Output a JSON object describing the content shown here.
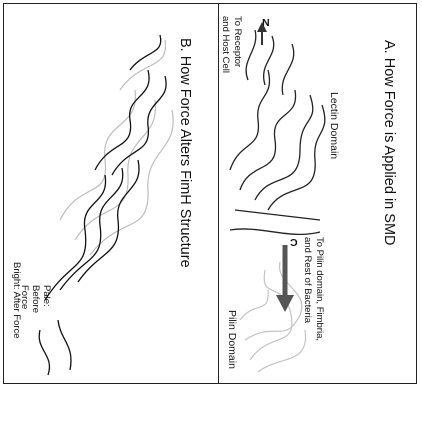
{
  "panel_a": {
    "title": "A. How Force is Applied in SMD",
    "pilin_domain": "Pilin Domain",
    "lectin_domain": "Lectin Domain",
    "c_marker": "C",
    "n_marker": "N",
    "to_pilin_line1": "To Pilin domain, Fimbria,",
    "to_pilin_line2": "and Rest of Bacteria",
    "to_receptor_line1": "To Receptor",
    "to_receptor_line2": "and Host Cell"
  },
  "panel_b": {
    "title": "B. How Force Alters FimH Structure",
    "pale_line1": "Pale:",
    "pale_line2": "Before",
    "pale_line3": "Force",
    "bright": "Bright: After Force"
  }
}
